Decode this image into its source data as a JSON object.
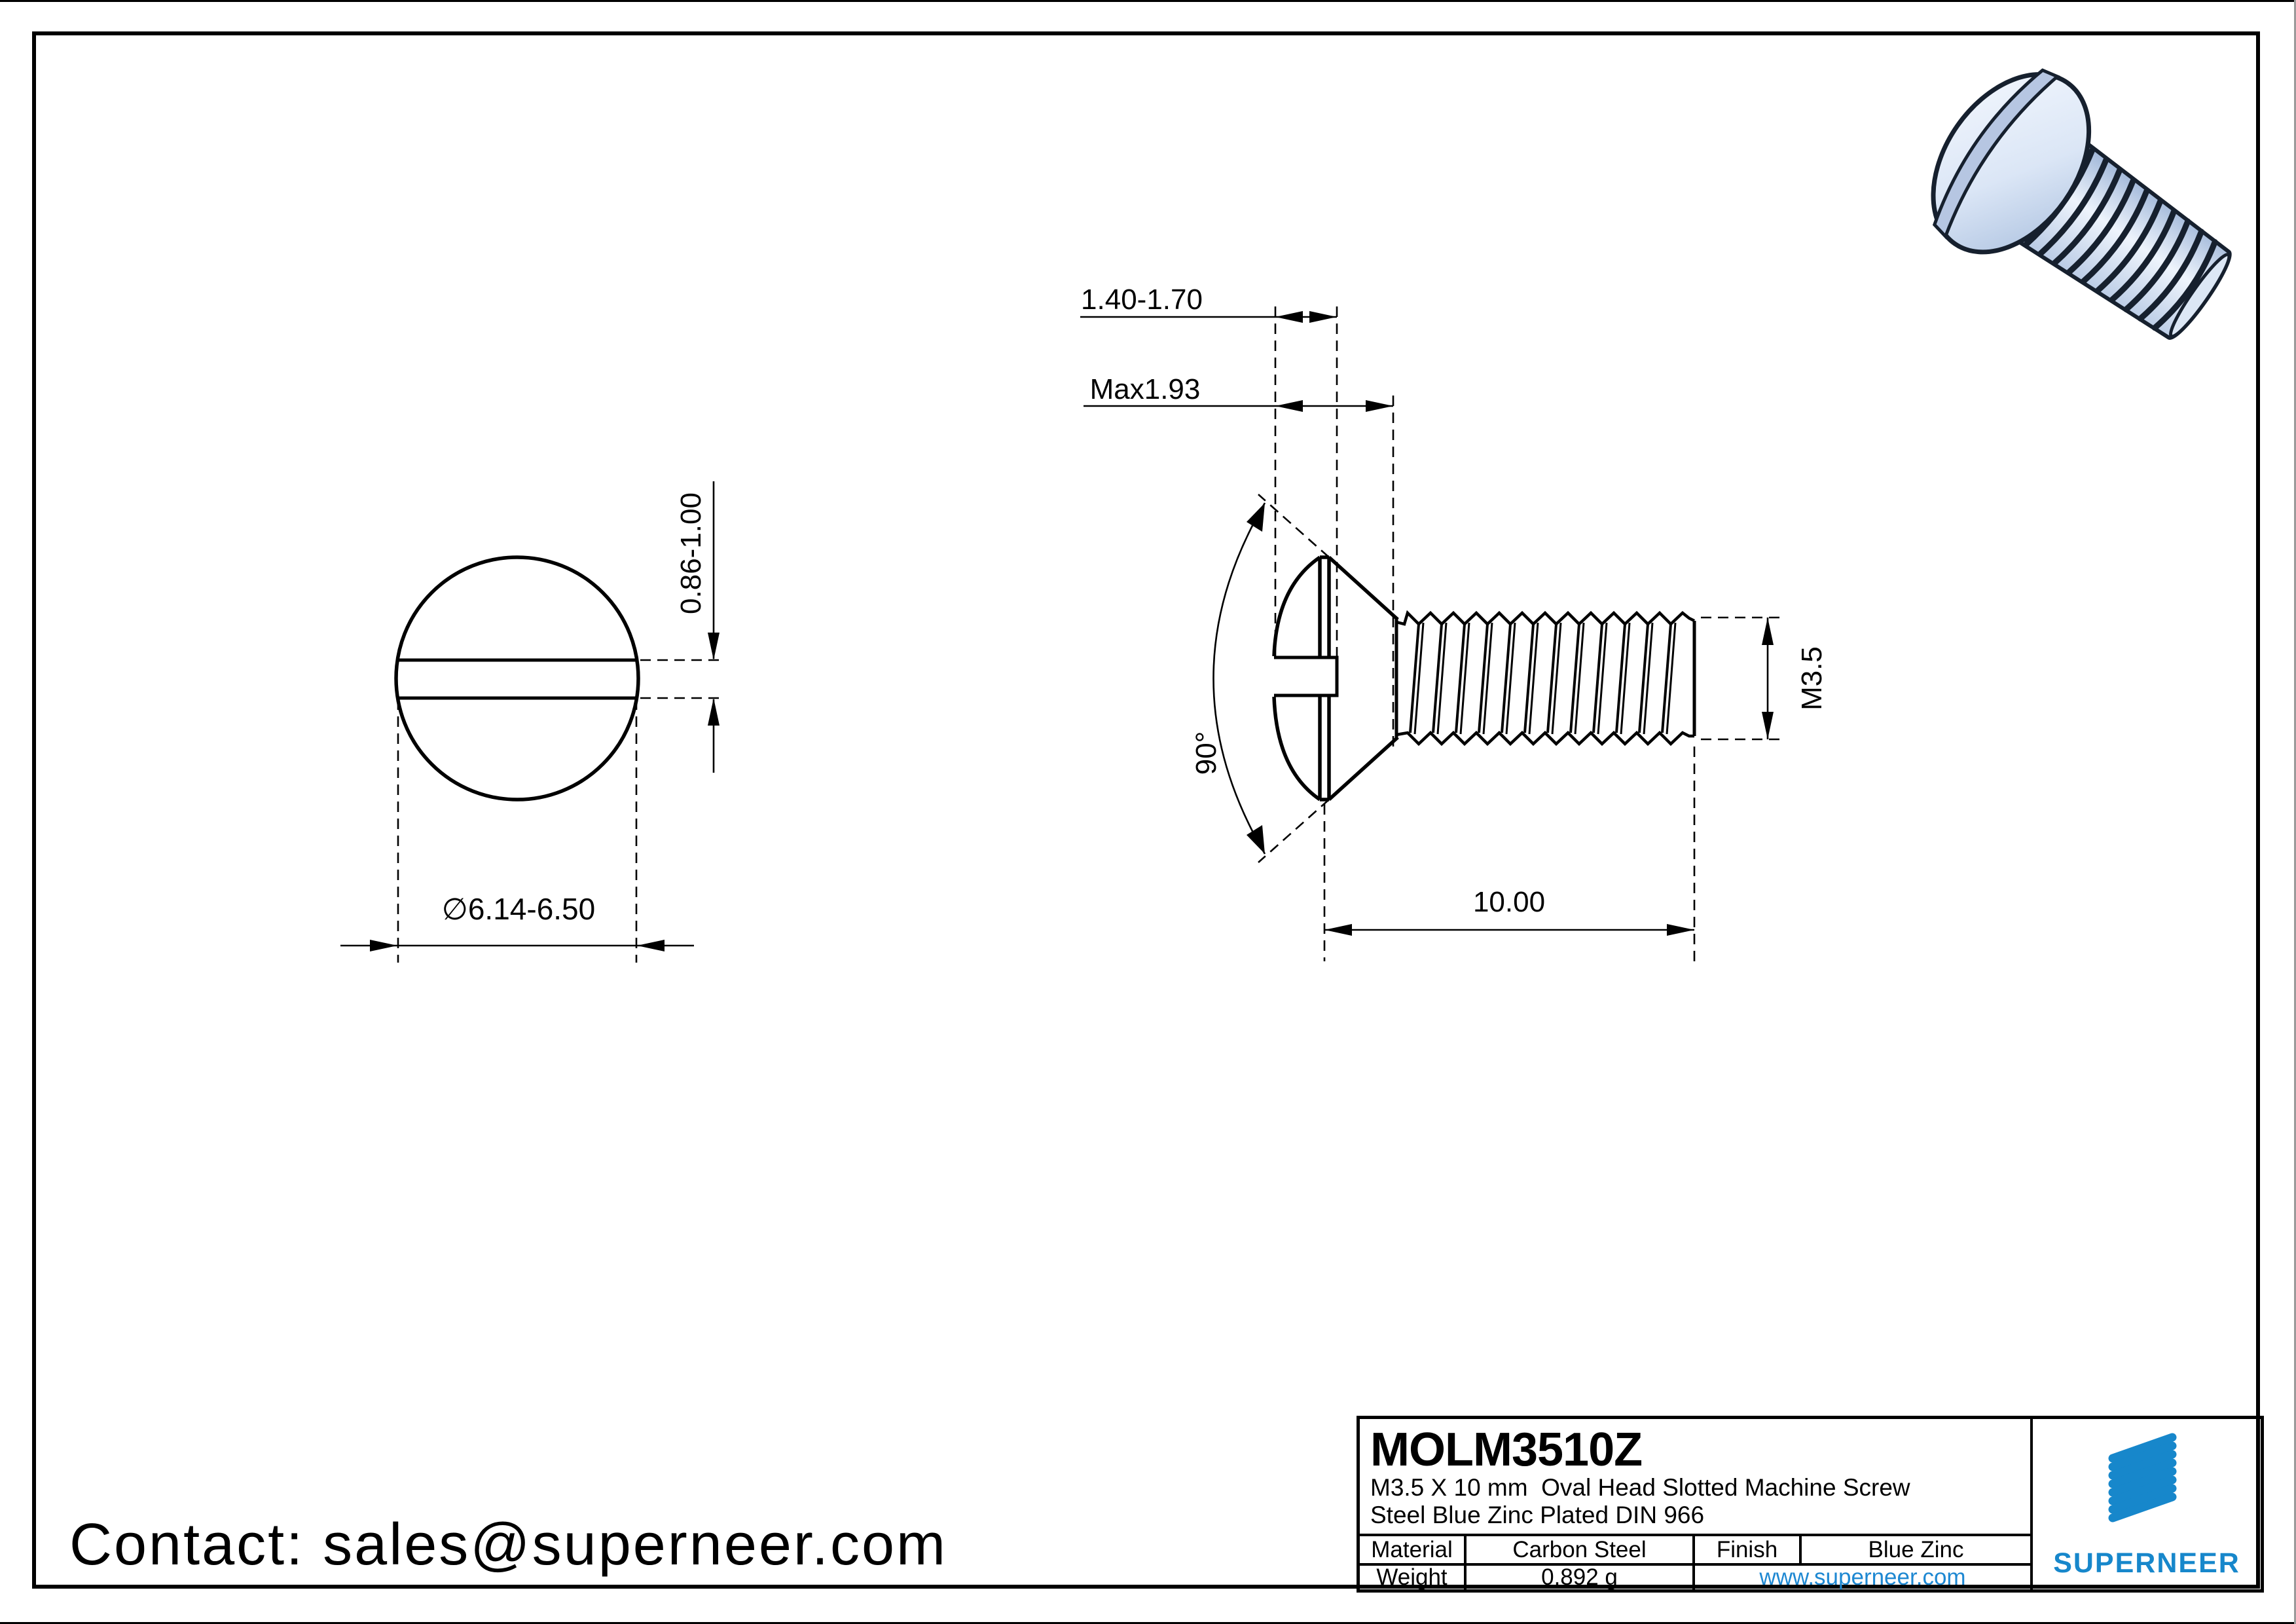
{
  "sheet": {
    "contact": "Contact: sales@superneer.com"
  },
  "dimensions": {
    "slot_depth": "1.40-1.70",
    "head_height": "Max1.93",
    "countersink_angle": "90°",
    "thread_size": "M3.5",
    "thread_length": "10.00",
    "slot_width": "0.86-1.00",
    "head_diameter": "∅6.14-6.50"
  },
  "title_block": {
    "part_number": "MOLM3510Z",
    "description_line1": "M3.5 X 10 mm  Oval Head Slotted Machine Screw",
    "description_line2": "Steel Blue Zinc Plated DIN 966",
    "material_label": "Material",
    "material_value": "Carbon Steel",
    "finish_label": "Finish",
    "finish_value": "Blue Zinc",
    "weight_label": "Weight",
    "weight_value": "0.892 g",
    "website": "www.superneer.com",
    "brand_name": "SUPERNEER"
  },
  "colors": {
    "brand_blue": "#1787CB",
    "link_blue": "#1E88D2",
    "screw_body_light": "#eef4fc",
    "screw_body_dark": "#a9bfde",
    "outline": "#16202e"
  }
}
